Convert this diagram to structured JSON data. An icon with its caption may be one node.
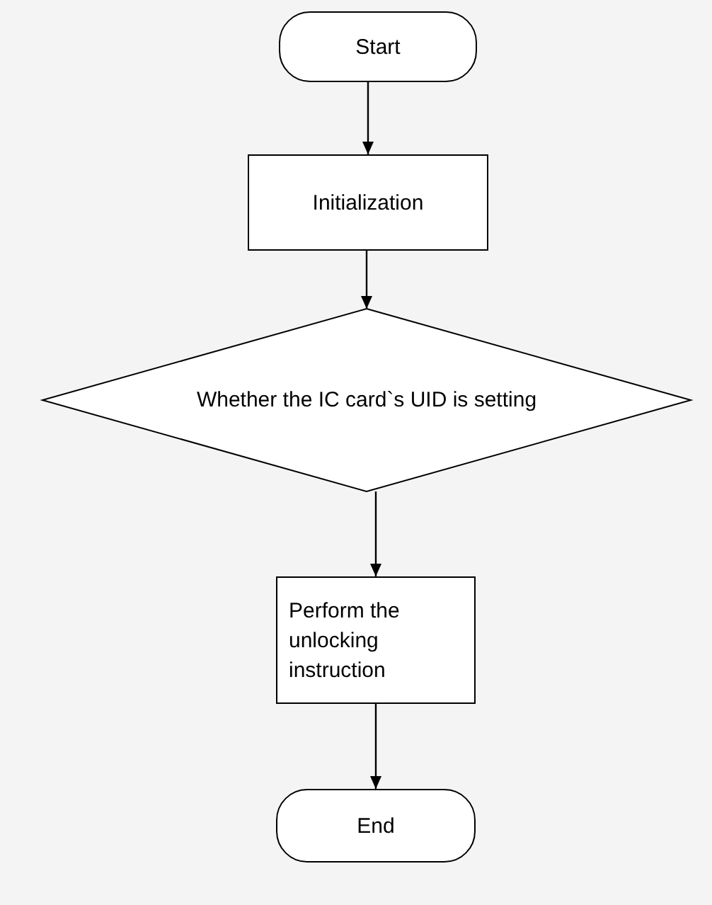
{
  "diagram": {
    "nodes": [
      {
        "text": [
          "Start"
        ]
      },
      {
        "text": [
          "Initialization"
        ]
      },
      {
        "text": [
          "Whether the IC card`s UID is setting"
        ]
      },
      {
        "text": [
          "Perform the unlocking instruction"
        ]
      },
      {
        "text": [
          "End"
        ]
      }
    ],
    "edges": [
      {
        "from": 0,
        "to": 1,
        "arrow": "to"
      },
      {
        "from": 1,
        "to": 2,
        "arrow": "to"
      },
      {
        "from": 2,
        "to": 3,
        "arrow": "to"
      },
      {
        "from": 3,
        "to": 4,
        "arrow": "to"
      }
    ]
  }
}
